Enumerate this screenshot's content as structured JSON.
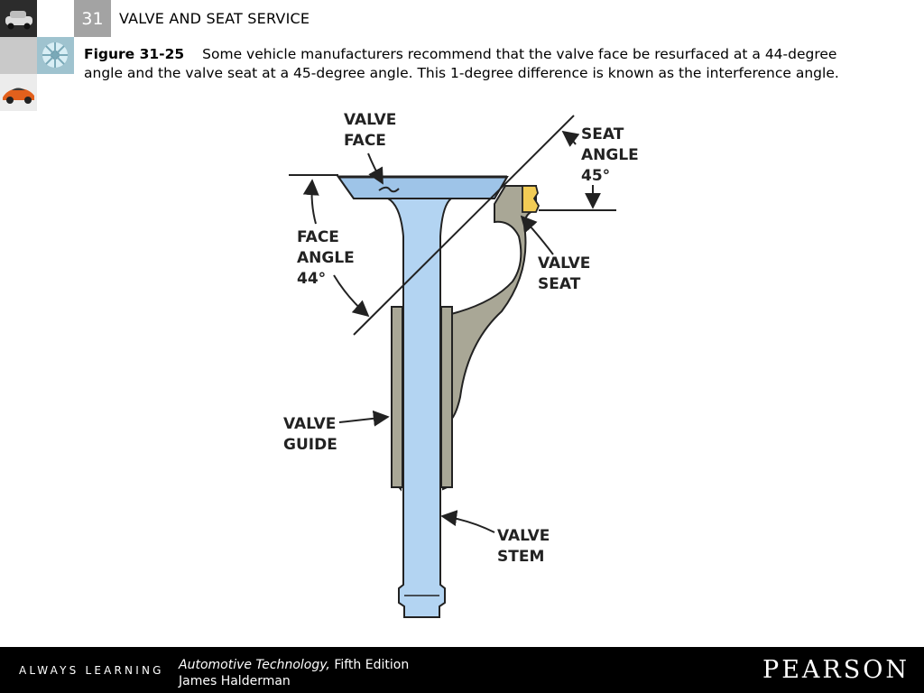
{
  "header": {
    "chapter_number": "31",
    "chapter_title": "VALVE AND SEAT SERVICE"
  },
  "caption": {
    "figure_label": "Figure 31-25",
    "text": "Some vehicle manufacturers recommend that the valve face be resurfaced at a 44-degree angle and the valve seat at a 45-degree angle. This 1-degree difference is known as the interference angle."
  },
  "diagram": {
    "labels": {
      "valve_face": [
        "VALVE",
        "FACE"
      ],
      "seat_angle": [
        "SEAT",
        "ANGLE",
        "45°"
      ],
      "face_angle": [
        "FACE",
        "ANGLE",
        "44°"
      ],
      "valve_seat": [
        "VALVE",
        "SEAT"
      ],
      "valve_guide": [
        "VALVE",
        "GUIDE"
      ],
      "valve_stem": [
        "VALVE",
        "STEM"
      ]
    },
    "colors": {
      "valve": "#b3d4f2",
      "head": "#9ec4e8",
      "guide_and_head": "#a9a796",
      "seat_insert": "#f2cc55",
      "outline": "#222222"
    }
  },
  "footer": {
    "tagline": "ALWAYS LEARNING",
    "book_title": "Automotive Technology,",
    "edition": "Fifth Edition",
    "author": "James Halderman",
    "brand": "PEARSON"
  }
}
